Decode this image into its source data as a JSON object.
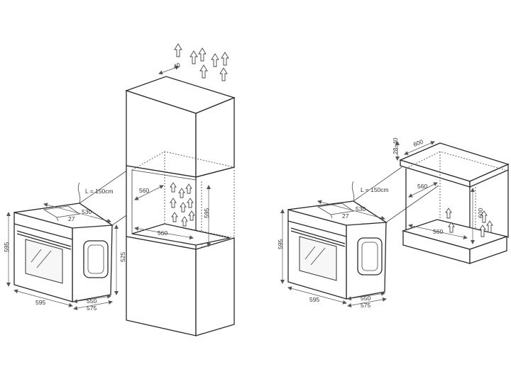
{
  "diagram": {
    "left_oven": {
      "cable": "L = 150cm",
      "width_top": "530",
      "vent_offset": "27",
      "height_left": "595",
      "height_right": "525",
      "width_front": "595",
      "depth_1": "550",
      "depth_2": "575"
    },
    "tall_cabinet": {
      "top_gap": "40",
      "inner_width_top": "560",
      "inner_width_bottom": "560",
      "niche_height": "595"
    },
    "right_oven": {
      "cable": "L = 150cm",
      "width_top": "530",
      "vent_offset": "27",
      "height_left": "595",
      "width_front": "595",
      "depth_1": "550",
      "depth_2": "575"
    },
    "counter": {
      "gap": "28÷40",
      "top_depth": "600",
      "inner_width_top": "560",
      "inner_width_bottom": "560",
      "niche_height": "600"
    }
  }
}
